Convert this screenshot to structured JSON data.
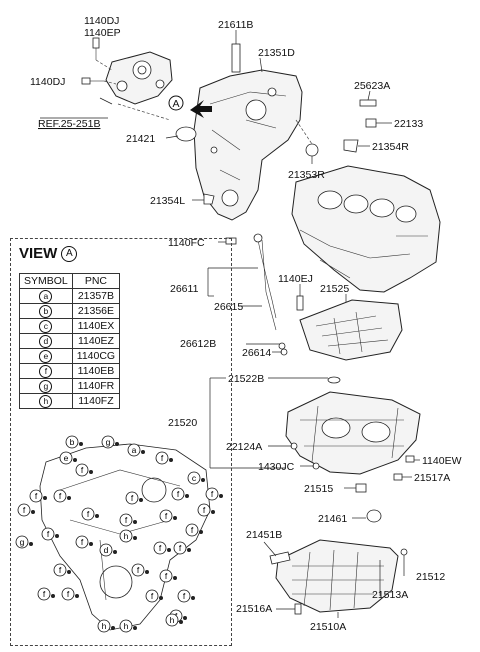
{
  "callouts": {
    "c1140DJ_top": "1140DJ",
    "c1140EP": "1140EP",
    "c1140DJ_left": "1140DJ",
    "ref": "REF.25-251B",
    "c21611B": "21611B",
    "c21351D": "21351D",
    "c25623A": "25623A",
    "c22133": "22133",
    "c21421": "21421",
    "c21354R": "21354R",
    "c21353R": "21353R",
    "c21354L": "21354L",
    "c1140FC": "1140FC",
    "c26611": "26611",
    "c26615": "26615",
    "c1140EJ": "1140EJ",
    "c21525": "21525",
    "c26612B": "26612B",
    "c26614": "26614",
    "c21522B": "21522B",
    "c21520": "21520",
    "c22124A": "22124A",
    "c1430JC": "1430JC",
    "c1140EW": "1140EW",
    "c21517A": "21517A",
    "c21515": "21515",
    "c21461": "21461",
    "c21451B": "21451B",
    "c21512": "21512",
    "c21513A": "21513A",
    "c21516A": "21516A",
    "c21510A": "21510A"
  },
  "view_marker": "A",
  "view": {
    "title": "VIEW",
    "marker": "A",
    "headers": [
      "SYMBOL",
      "PNC"
    ],
    "rows": [
      {
        "symbol": "a",
        "pnc": "21357B"
      },
      {
        "symbol": "b",
        "pnc": "21356E"
      },
      {
        "symbol": "c",
        "pnc": "1140EX"
      },
      {
        "symbol": "d",
        "pnc": "1140EZ"
      },
      {
        "symbol": "e",
        "pnc": "1140CG"
      },
      {
        "symbol": "f",
        "pnc": "1140EB"
      },
      {
        "symbol": "g",
        "pnc": "1140FR"
      },
      {
        "symbol": "h",
        "pnc": "1140FZ"
      }
    ]
  }
}
